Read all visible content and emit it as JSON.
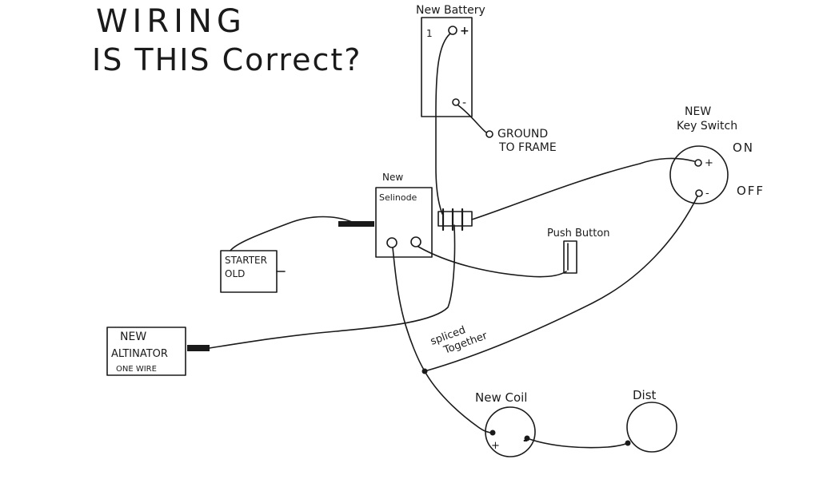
{
  "title": {
    "line1": "WIRING",
    "line2": "IS THIS Correct?"
  },
  "battery": {
    "label": "New Battery",
    "terminal_1": "1",
    "positive": "+",
    "negative": "-"
  },
  "ground": {
    "line1": "GROUND",
    "line2": "TO FRAME"
  },
  "key_switch": {
    "label_line1": "NEW",
    "label_line2": "Key Switch",
    "positive": "+",
    "negative": "-",
    "on": "ON",
    "off": "OFF"
  },
  "solenoid": {
    "label_line1": "New",
    "label_line2": "Selinode"
  },
  "starter": {
    "line1": "STARTER",
    "line2": "OLD"
  },
  "push_button": {
    "label": "Push Button"
  },
  "alternator": {
    "line1": "NEW",
    "line2": "ALTINATOR",
    "line3": "ONE WIRE"
  },
  "splice": {
    "line1": "spliced",
    "line2": "Together"
  },
  "coil": {
    "label": "New Coil",
    "positive": "+",
    "negative": "-"
  },
  "distributor": {
    "label": "Dist"
  }
}
